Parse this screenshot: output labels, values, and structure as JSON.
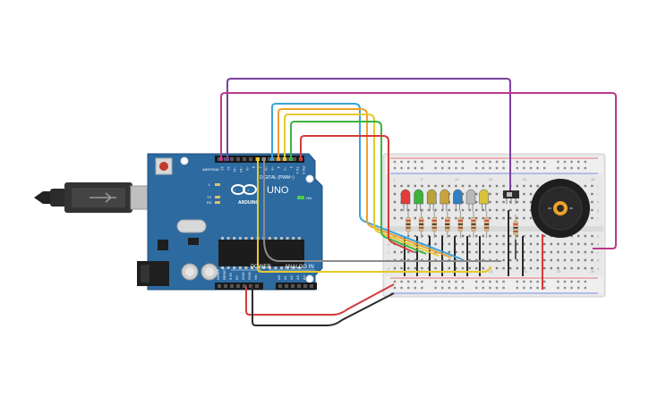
{
  "circuit": {
    "board": {
      "name": "UNO",
      "brand": "ARDUINO",
      "digital_header_label": "DIGITAL (PWM~)",
      "power_label": "POWER",
      "analog_label": "ANALOG IN",
      "on_label": "ON",
      "tx_label": "TX",
      "rx_label": "RX",
      "l_label": "L",
      "aref_label": "AREF",
      "gnd_label": "GND",
      "digital_pins": [
        "13",
        "12",
        "~11",
        "~10",
        "~9",
        "8",
        "7",
        "~6",
        "~5",
        "4",
        "~3",
        "2",
        "TX 1",
        "RX 0"
      ],
      "power_pins": [
        "IOREF",
        "RESET",
        "3.3V",
        "5V",
        "GND",
        "GND",
        "Vin"
      ],
      "analog_pins": [
        "A0",
        "A1",
        "A2",
        "A3",
        "A4",
        "A5"
      ]
    },
    "leds": [
      {
        "color": "#e23b3b"
      },
      {
        "color": "#3bb33b"
      },
      {
        "color": "#b8a43a"
      },
      {
        "color": "#c9a23a"
      },
      {
        "color": "#2f7fc1"
      },
      {
        "color": "#b9b9b9"
      },
      {
        "color": "#d8c33a"
      }
    ],
    "wire_colors": {
      "purple": "#7b3f9e",
      "magenta": "#b83a8c",
      "blue": "#3aa3d8",
      "orange": "#f0a12a",
      "yellow": "#e6c92b",
      "green": "#3fb33f",
      "red": "#d43a3a",
      "black": "#2b2b2b",
      "gray": "#8c8c8c"
    },
    "breadboard": {
      "row_letters_top": [
        "j",
        "i",
        "h",
        "g",
        "f"
      ],
      "row_letters_bottom": [
        "e",
        "d",
        "c",
        "b",
        "a"
      ],
      "column_numbers": [
        "1",
        "5",
        "10",
        "15",
        "20",
        "25",
        "30"
      ]
    }
  }
}
